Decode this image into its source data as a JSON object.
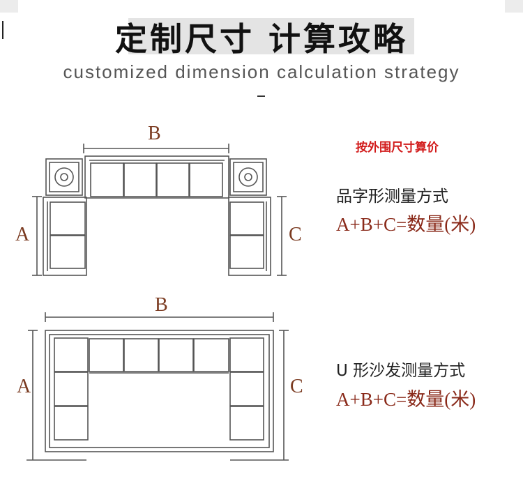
{
  "header": {
    "title": "定制尺寸 计算攻略",
    "subtitle": "customized dimension calculation strategy"
  },
  "note": "按外围尺寸算价",
  "diagrams": [
    {
      "method": "品字形测量方式",
      "formula": "A+B+C=数量(米)",
      "labels": {
        "a": "A",
        "b": "B",
        "c": "C"
      }
    },
    {
      "method": "U 形沙发测量方式",
      "formula": "A+B+C=数量(米)",
      "labels": {
        "a": "A",
        "b": "B",
        "c": "C"
      }
    }
  ],
  "colors": {
    "label": "#7a3a20",
    "note": "#d21c1c",
    "formula": "#8a2a1a",
    "line": "#555555"
  }
}
